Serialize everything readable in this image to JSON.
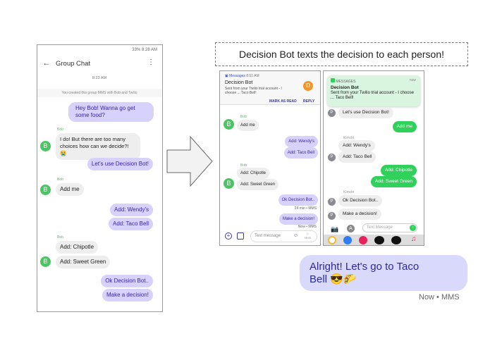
{
  "caption": "Decision Bot texts the decision to each person!",
  "android_left": {
    "status": "33% 8:28 AM",
    "title": "Group Chat",
    "time": "8:23 AM",
    "system": "You created this group MMS with Bob and Twilio",
    "sender": "Bob",
    "avatar": "B",
    "messages": [
      "Hey Bob! Wanna go get some food?",
      "I do! But there are too many choices how can we decide?! 😭",
      "Let's use Decision Bot!",
      "Add me",
      "Add: Wendy's",
      "Add: Taco Bell",
      "Add: Chipotle",
      "Add: Sweet Green",
      "Ok Decision Bot..",
      "Make a decision!"
    ]
  },
  "android_mid": {
    "notif_app": "Messages",
    "notif_time": "8:51 AM",
    "notif_title": "Decision Bot",
    "notif_body": "Sent from your Twilio trial account - I choose ... Taco Bell!",
    "notif_avatar": "D",
    "mark_read": "MARK AS READ",
    "reply": "REPLY",
    "sender": "Bob",
    "avatar": "B",
    "messages": [
      "Add me",
      "Add: Wendy's",
      "Add: Taco Bell",
      "Add: Chipotle",
      "Add: Sweet Green",
      "Ok Decision Bot..",
      "Make a decision!"
    ],
    "meta1": "24 min • MMS",
    "meta2": "Now • MMS",
    "input_placeholder": "Text message",
    "send_label": "MMS"
  },
  "ios_right": {
    "notif_app": "MESSAGES",
    "notif_time": "now",
    "notif_title": "Decision Bot",
    "notif_body": "Sent from your Twilio trial account - I choose ... Taco Bell!",
    "sender": "Kimchi",
    "avatar": "P",
    "messages": [
      "Let's use Decision Bot!",
      "Add me",
      "Add: Wendy's",
      "Add: Taco Bell",
      "Add: Chipotle",
      "Add: Sweet Green",
      "Ok Decision Bot..",
      "Make a decision!"
    ],
    "input_placeholder": "Text Message"
  },
  "reply": {
    "text": "Alright! Let's go to Taco Bell 😎🌮",
    "meta": "Now • MMS"
  },
  "colors": {
    "sent_android": "#d6d2fb",
    "ios_green": "#2fd15a",
    "avatar_green": "#4cc463"
  }
}
